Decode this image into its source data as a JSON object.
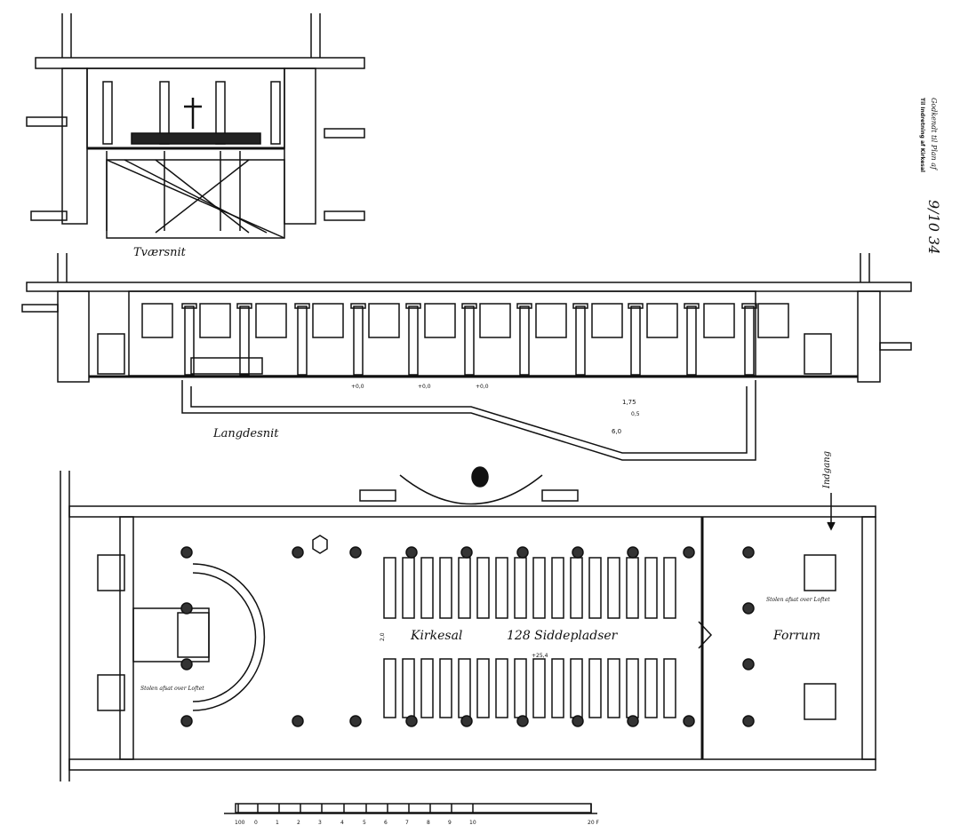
{
  "drawing": {
    "cross_section_label": "Tværsnit",
    "long_section_label": "Langdesnit",
    "hall_label": "Kirkesal",
    "seats_label": "128 Siddepladser",
    "vestibule_label": "Forrum",
    "entrance_label": "Indgang",
    "altar_note": "Stolen afsat over Loftet",
    "vestibule_note": "Stolen afsat over Loftet",
    "width_dim": "2,0",
    "level_dim": "+25,4",
    "section_dims": [
      "+0,0",
      "+0,0",
      "+0,0",
      "1,75",
      "0,5",
      "6,0"
    ],
    "stamp_line1": "Godkendt til Plan af",
    "stamp_date": "9/10 34",
    "stamp_line2": "Til Indretning af Kirkesal"
  },
  "scale_bar": {
    "labels": [
      "100",
      "0",
      "1",
      "2",
      "3",
      "4",
      "5",
      "6",
      "7",
      "8",
      "9",
      "10",
      "20 F"
    ]
  }
}
